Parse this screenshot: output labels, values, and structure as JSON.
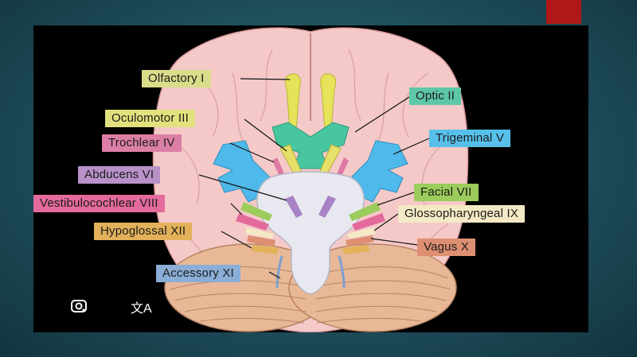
{
  "nerves": [
    {
      "id": "olfactory",
      "label": "Olfactory I",
      "color": "#d9dd8a"
    },
    {
      "id": "optic",
      "label": "Optic II",
      "color": "#5ec7a8"
    },
    {
      "id": "oculomotor",
      "label": "Oculomotor III",
      "color": "#e3e07e"
    },
    {
      "id": "trochlear",
      "label": "Trochlear IV",
      "color": "#dc7fa6"
    },
    {
      "id": "trigeminal",
      "label": "Trigeminal V",
      "color": "#57c0ea"
    },
    {
      "id": "abducens",
      "label": "Abducens VI",
      "color": "#b891c8"
    },
    {
      "id": "facial",
      "label": "Facial VII",
      "color": "#9ccc5c"
    },
    {
      "id": "vestibulocochlear",
      "label": "Vestibulocochlear VIII",
      "color": "#e46a9c"
    },
    {
      "id": "glossopharyngeal",
      "label": "Glossopharyngeal IX",
      "color": "#f3e9c4"
    },
    {
      "id": "hypoglossal",
      "label": "Hypoglossal XII",
      "color": "#e2b15a"
    },
    {
      "id": "vagus",
      "label": "Vagus X",
      "color": "#de8f72"
    },
    {
      "id": "accessory",
      "label": "Accessory XI",
      "color": "#8aaed6"
    }
  ],
  "icons": {
    "lens": "google-lens-icon",
    "translate": "translate-icon",
    "translate_glyph": "文A"
  }
}
